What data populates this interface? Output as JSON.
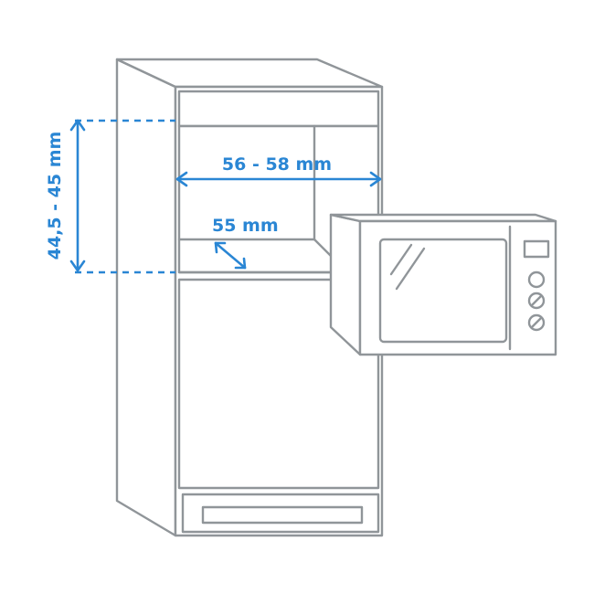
{
  "dimensions": {
    "height": "44,5 - 45 mm",
    "width": "56 - 58 mm",
    "depth": "55 mm"
  },
  "colors": {
    "dimension": "#2a86d4",
    "outline": "#909599",
    "background": "#ffffff"
  }
}
